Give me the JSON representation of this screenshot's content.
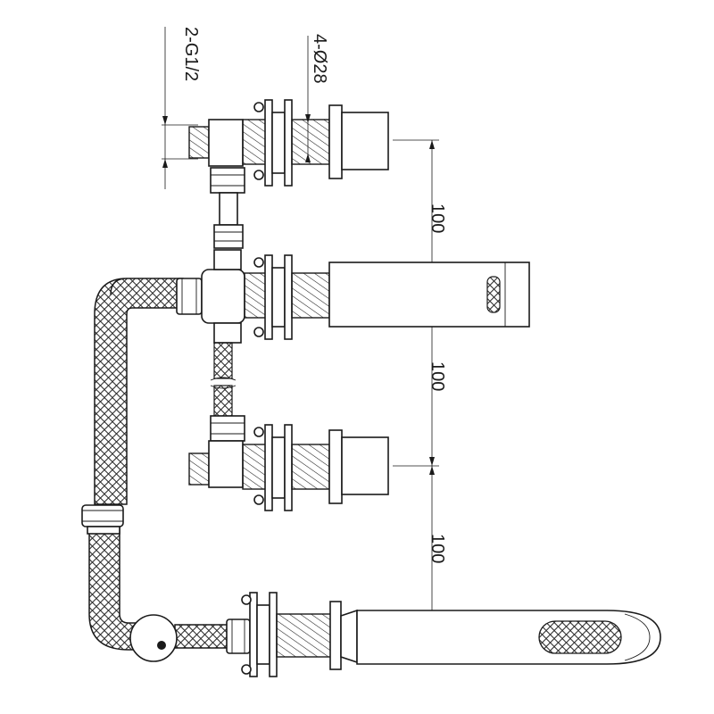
{
  "dimensions": {
    "thread_size": "2-G1/2",
    "hole_diameter": "4-Ø28",
    "spacing_1": "100",
    "spacing_2": "100",
    "spacing_3": "100"
  }
}
